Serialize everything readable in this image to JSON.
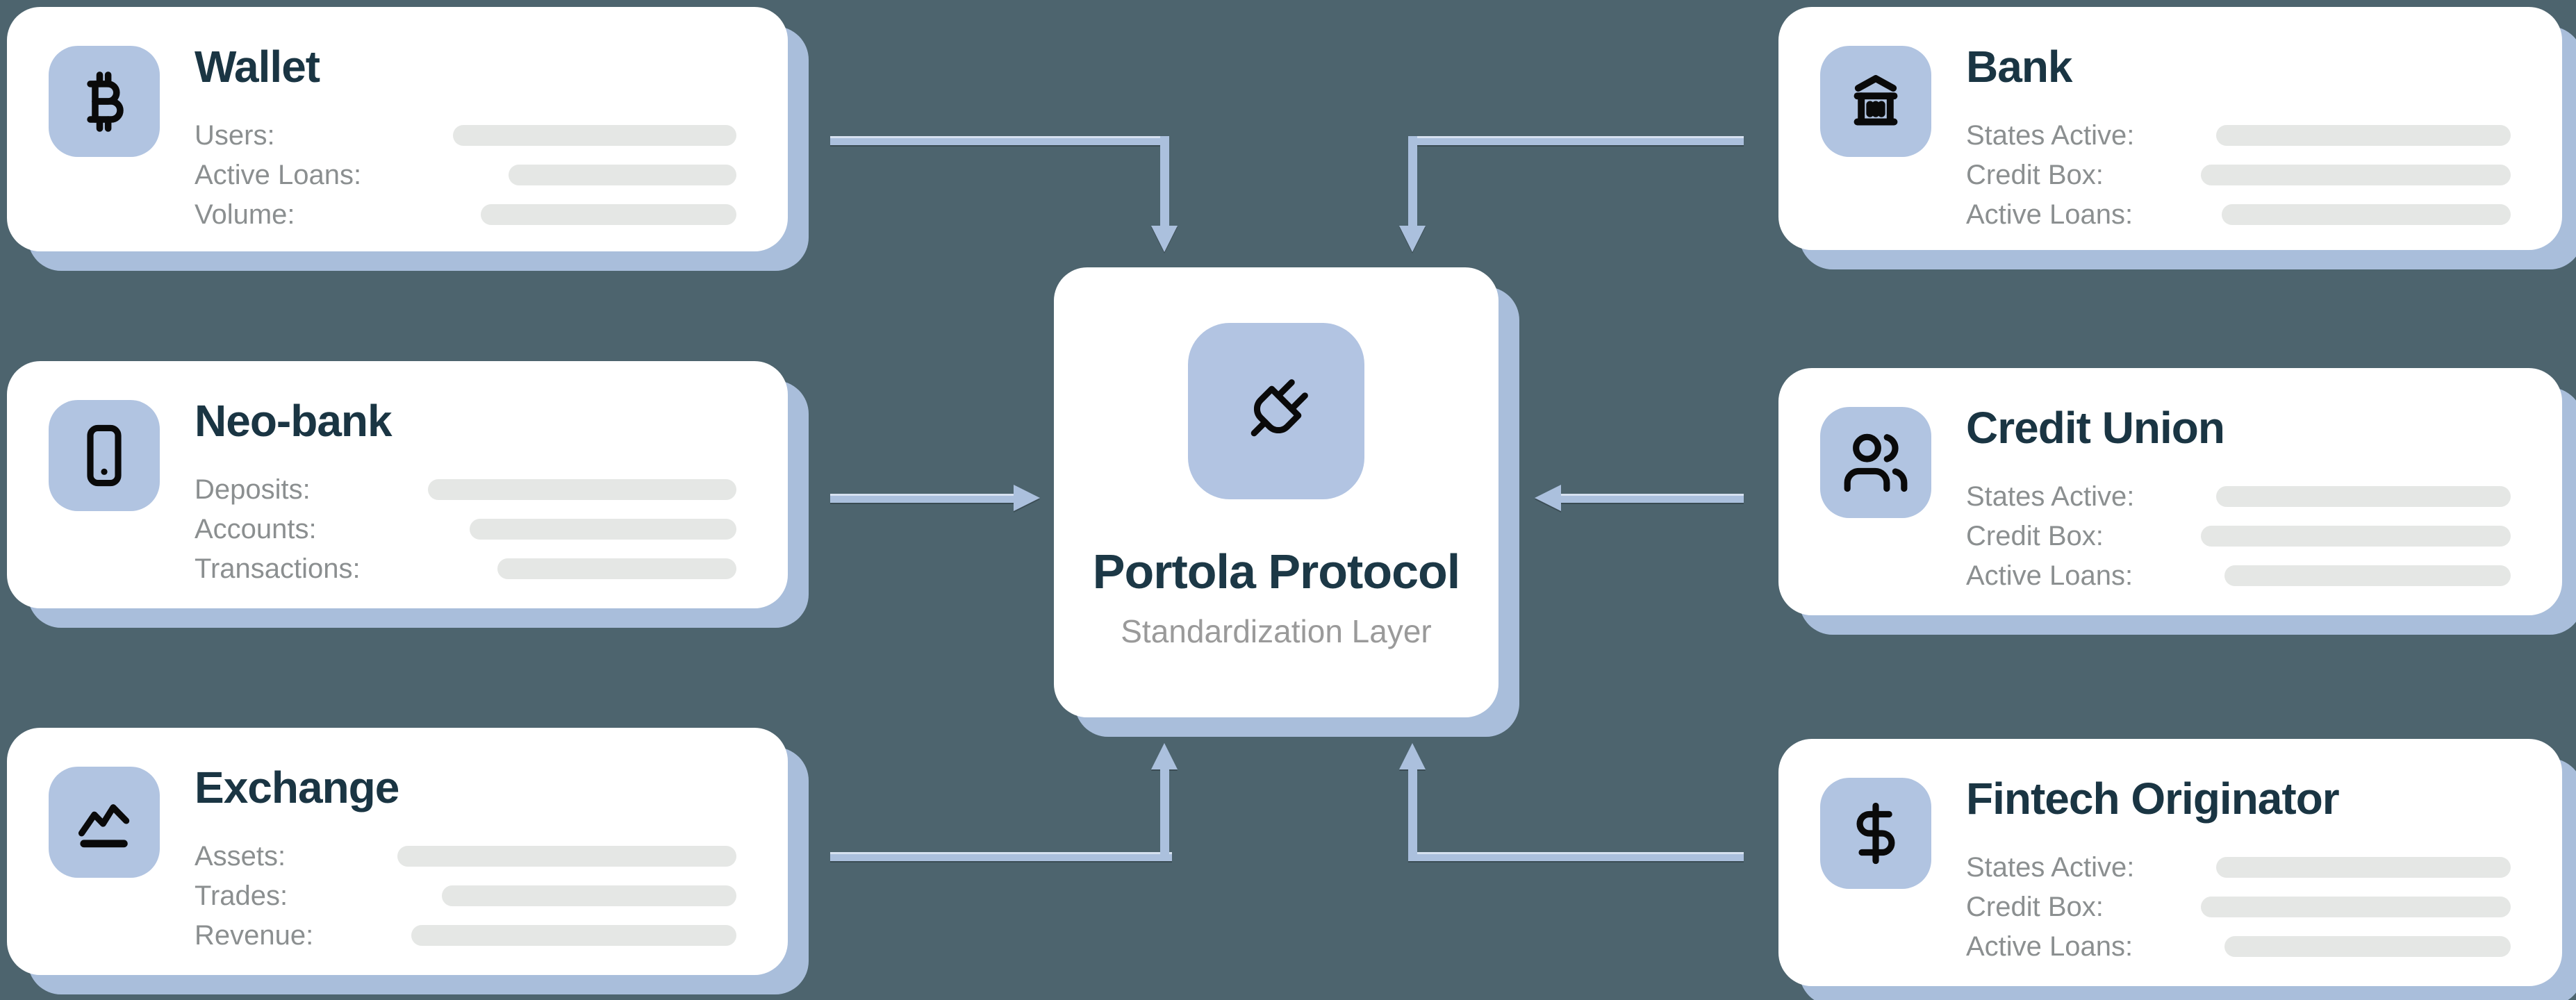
{
  "colors": {
    "background": "#4d646e",
    "card": "#ffffff",
    "card_shadow": "#a9bedb",
    "icon_tile": "#b1c4e1",
    "arrow": "#abc0dd",
    "title_navy": "#1a3543",
    "label_gray": "#8b8f90",
    "subtitle_gray": "#9a9a9a",
    "placeholder_bar": "#e5e7e5",
    "icon_black": "#0a0a0a"
  },
  "center_node": {
    "title": "Portola Protocol",
    "subtitle": "Standardization Layer",
    "icon": "plug-icon"
  },
  "cards": [
    {
      "id": "wallet",
      "title": "Wallet",
      "icon": "bitcoin-icon",
      "rows": [
        {
          "label": "Users:",
          "bar_style": "width:408px"
        },
        {
          "label": "Active Loans:",
          "bar_style": "width:328px"
        },
        {
          "label": "Volume:",
          "bar_style": "width:368px"
        }
      ]
    },
    {
      "id": "neo-bank",
      "title": "Neo-bank",
      "icon": "smartphone-icon",
      "rows": [
        {
          "label": "Deposits:",
          "bar_style": "width:444px"
        },
        {
          "label": "Accounts:",
          "bar_style": "width:384px"
        },
        {
          "label": "Transactions:",
          "bar_style": "width:344px"
        }
      ]
    },
    {
      "id": "exchange",
      "title": "Exchange",
      "icon": "chart-line-icon",
      "rows": [
        {
          "label": "Assets:",
          "bar_style": "width:488px"
        },
        {
          "label": "Trades:",
          "bar_style": "width:424px"
        },
        {
          "label": "Revenue:",
          "bar_style": "width:468px"
        }
      ]
    },
    {
      "id": "bank",
      "title": "Bank",
      "icon": "bank-icon",
      "rows": [
        {
          "label": "States Active:",
          "bar_style": "width:424px"
        },
        {
          "label": "Credit Box:",
          "bar_style": "width:446px"
        },
        {
          "label": "Active Loans:",
          "bar_style": "width:416px"
        }
      ]
    },
    {
      "id": "credit-union",
      "title": "Credit Union",
      "icon": "users-icon",
      "rows": [
        {
          "label": "States Active:",
          "bar_style": "width:424px"
        },
        {
          "label": "Credit Box:",
          "bar_style": "width:446px"
        },
        {
          "label": "Active Loans:",
          "bar_style": "width:412px"
        }
      ]
    },
    {
      "id": "fintech-originator",
      "title": "Fintech Originator",
      "icon": "dollar-icon",
      "rows": [
        {
          "label": "States Active:",
          "bar_style": "width:424px"
        },
        {
          "label": "Credit Box:",
          "bar_style": "width:446px"
        },
        {
          "label": "Active Loans:",
          "bar_style": "width:412px"
        }
      ]
    }
  ],
  "arrows": [
    {
      "from": "Wallet",
      "to": "Portola Protocol"
    },
    {
      "from": "Neo-bank",
      "to": "Portola Protocol"
    },
    {
      "from": "Exchange",
      "to": "Portola Protocol"
    },
    {
      "from": "Bank",
      "to": "Portola Protocol"
    },
    {
      "from": "Credit Union",
      "to": "Portola Protocol"
    },
    {
      "from": "Fintech Originator",
      "to": "Portola Protocol"
    }
  ]
}
